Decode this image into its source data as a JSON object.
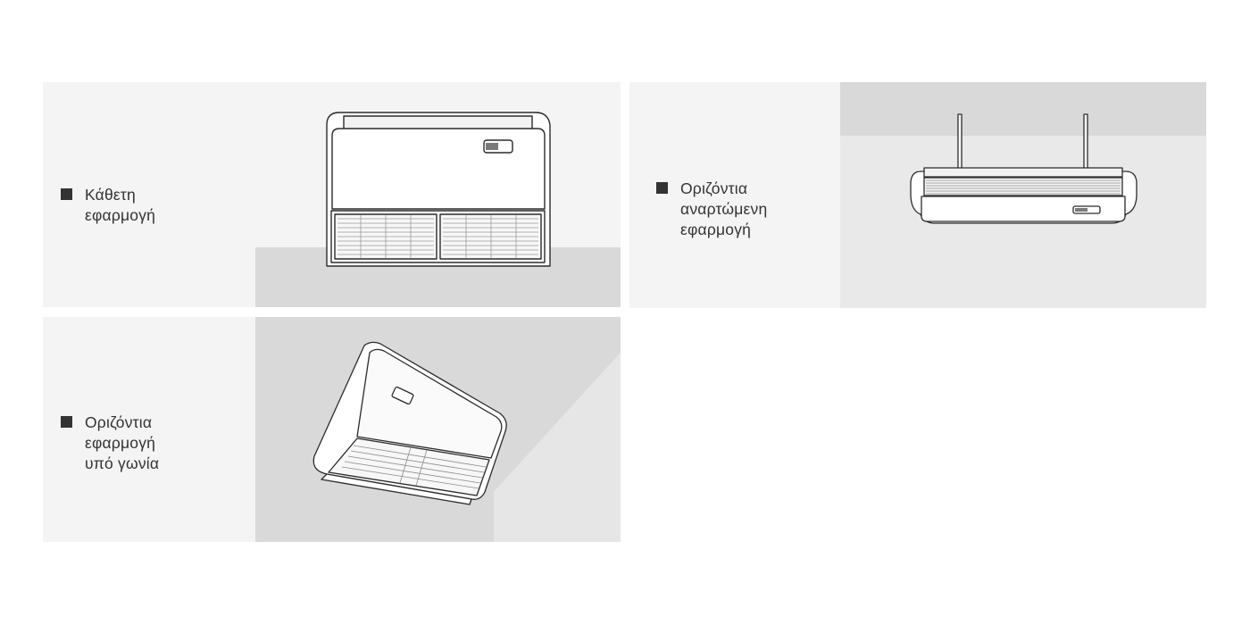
{
  "panels": [
    {
      "label": "Κάθετη\nεφαρμογή",
      "icon": "vertical-unit-icon"
    },
    {
      "label": "Οριζόντια\nαναρτώμενη\nεφαρμογή",
      "icon": "ceiling-suspended-unit-icon"
    },
    {
      "label": "Οριζόντια\nεφαρμογή\nυπό γωνία",
      "icon": "angled-unit-icon"
    }
  ],
  "colors": {
    "panel_bg": "#f4f4f4",
    "wall_shade": "#d9d9d9",
    "text": "#333333",
    "unit_stroke": "#2b2b2b"
  }
}
